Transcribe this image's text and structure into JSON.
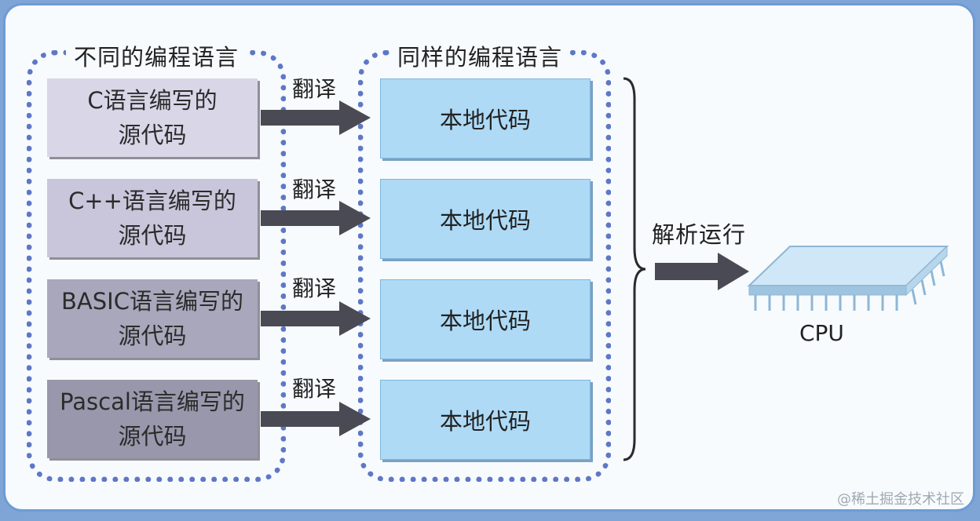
{
  "left_group": {
    "label": "不同的编程语言",
    "sources": [
      {
        "line1": "C语言编写的",
        "line2": "源代码",
        "color": "#d9d6e8"
      },
      {
        "line1": "C++语言编写的",
        "line2": "源代码",
        "color": "#c9c6db"
      },
      {
        "line1": "BASIC语言编写的",
        "line2": "源代码",
        "color": "#a9a7bb"
      },
      {
        "line1": "Pascal语言编写的",
        "line2": "源代码",
        "color": "#9997ab"
      }
    ]
  },
  "translate_label": "翻译",
  "right_group": {
    "label": "同样的编程语言",
    "natives": [
      "本地代码",
      "本地代码",
      "本地代码",
      "本地代码"
    ]
  },
  "run_label": "解析运行",
  "cpu_label": "CPU",
  "watermark": "@稀土掘金技术社区",
  "colors": {
    "dotted_border": "#5f77c6",
    "arrow": "#4a4a55",
    "native_fill": "#aedaf6",
    "cpu_fill": "#cfe7f6"
  }
}
